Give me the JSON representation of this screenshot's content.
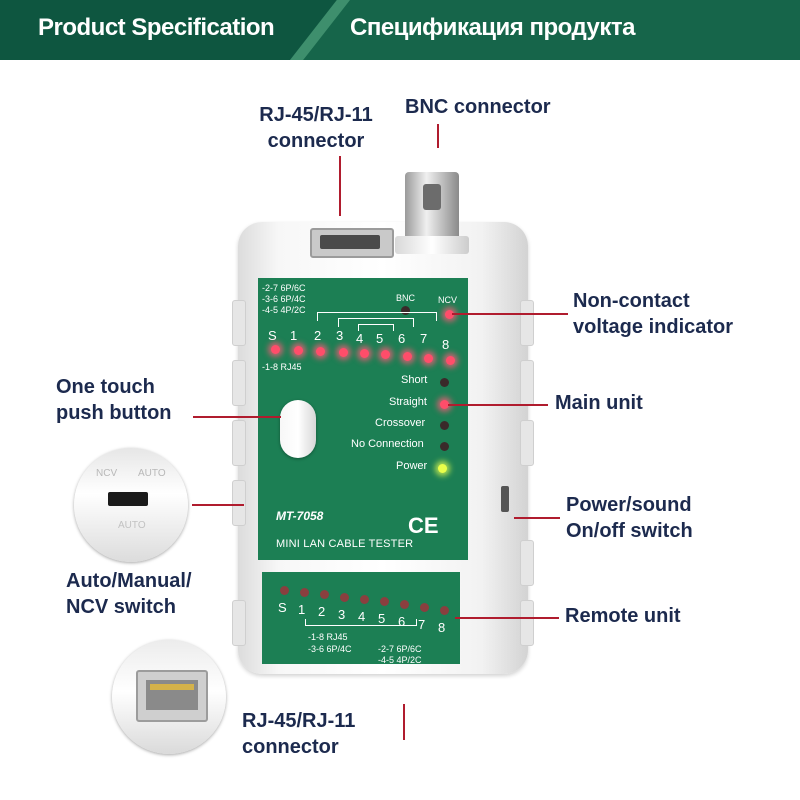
{
  "banner": {
    "title_en": "Product Specification",
    "title_ru": "Спецификация продукта",
    "color_dark": "#0e5640",
    "color_main": "#16654a"
  },
  "callouts": {
    "rj_top_line1": "RJ-45/RJ-11",
    "rj_top_line2": "connector",
    "bnc": "BNC connector",
    "ncv_line1": "Non-contact",
    "ncv_line2": "voltage indicator",
    "push_line1": "One touch",
    "push_line2": "push button",
    "main_unit": "Main unit",
    "power_line1": "Power/sound",
    "power_line2": "On/off switch",
    "auto_line1": "Auto/Manual/",
    "auto_line2": "NCV switch",
    "remote_unit": "Remote unit",
    "rj_bottom_line1": "RJ-45/RJ-11",
    "rj_bottom_line2": "connector"
  },
  "device": {
    "model": "MT-7058",
    "name": "MINI LAN CABLE TESTER",
    "ce": "CE",
    "main_panel": {
      "legend": [
        "-2-7  6P/6C",
        "-3-6  6P/4C",
        "-4-5  4P/2C"
      ],
      "bnc_label": "BNC",
      "ncv_label": "NCV",
      "pins": [
        "S",
        "1",
        "2",
        "3",
        "4",
        "5",
        "6",
        "7",
        "8"
      ],
      "rj45_label": "-1-8  RJ45",
      "status": [
        "Short",
        "Straight",
        "Crossover",
        "No Connection",
        "Power"
      ]
    },
    "remote_panel": {
      "pins": [
        "S",
        "1",
        "2",
        "3",
        "4",
        "5",
        "6",
        "7",
        "8"
      ],
      "legend_left": [
        "-1-8  RJ45",
        "-3-6  6P/4C"
      ],
      "legend_right": [
        "-2-7  6P/6C",
        "-4-5  4P/2C"
      ]
    },
    "switch_marks": [
      "NCV",
      "AUTO",
      "AUTO"
    ]
  },
  "colors": {
    "accent": "#b01c2e",
    "callout_text": "#1c2a4e",
    "panel_green": "#1c7f54",
    "led_on": "#ff4d6a",
    "power_led": "#eaff4a"
  }
}
